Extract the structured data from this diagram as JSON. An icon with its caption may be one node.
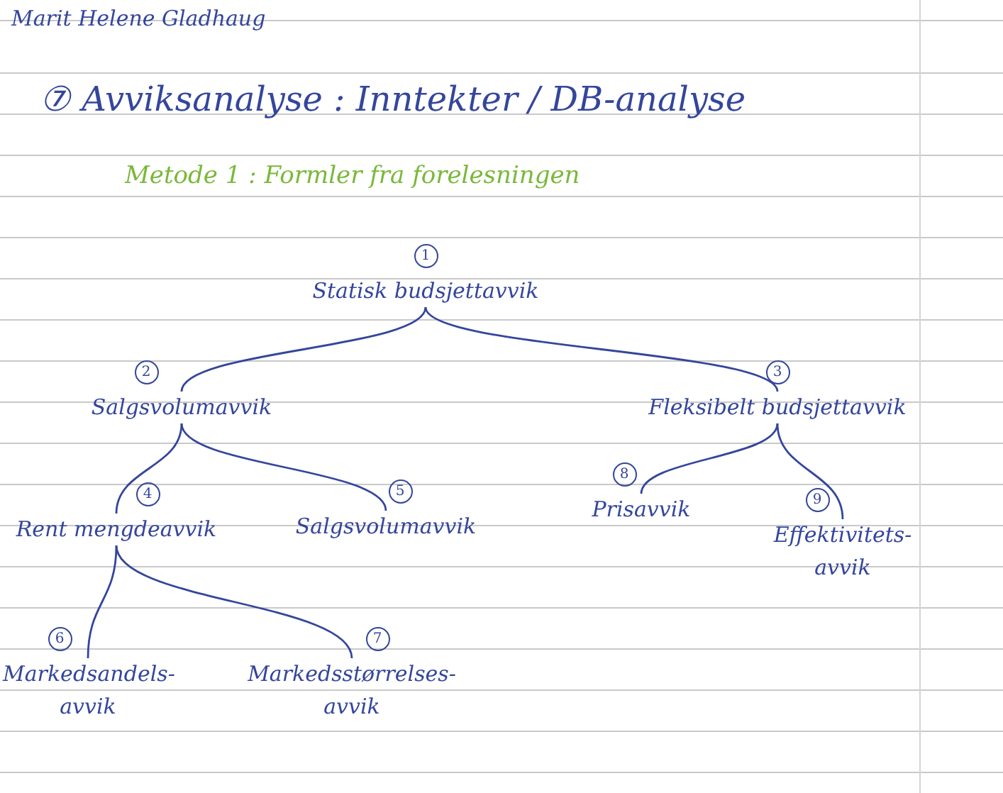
{
  "diagram": {
    "title": "⑦ Avviksanalyse : Inntekter / DB-analyse",
    "nodes": [
      {
        "text": [
          "Statisk budsjettavvik"
        ],
        "beside": [
          "1"
        ]
      },
      {
        "text": [
          "Salgsvolumavvik"
        ],
        "beside": [
          "2"
        ]
      },
      {
        "text": [
          "Fleksibelt budsjettavvik"
        ],
        "beside": [
          "3"
        ]
      },
      {
        "text": [
          "Rent mengdeavvik"
        ],
        "beside": [
          "4"
        ]
      },
      {
        "text": [
          "Salgsvolumavvik"
        ],
        "beside": [
          "5"
        ]
      },
      {
        "text": [
          "Prisavvik"
        ],
        "beside": [
          "8"
        ]
      },
      {
        "text": [
          "Effektivitets- avvik"
        ],
        "beside": [
          "9"
        ]
      },
      {
        "text": [
          "Markedsandels- avvik"
        ],
        "beside": [
          "6"
        ]
      },
      {
        "text": [
          "Markedsstørrelses- avvik"
        ],
        "beside": [
          "7"
        ]
      }
    ],
    "edges": [
      {
        "from": 0,
        "to": 1,
        "arrow": "none"
      },
      {
        "from": 0,
        "to": 2,
        "arrow": "none"
      },
      {
        "from": 1,
        "to": 3,
        "arrow": "none"
      },
      {
        "from": 1,
        "to": 4,
        "arrow": "none"
      },
      {
        "from": 2,
        "to": 5,
        "arrow": "none"
      },
      {
        "from": 2,
        "to": 6,
        "arrow": "none"
      },
      {
        "from": 3,
        "to": 7,
        "arrow": "none"
      },
      {
        "from": 3,
        "to": 8,
        "arrow": "none"
      }
    ],
    "labels": [
      "Marit Helene Gladhaug",
      "Metode 1 : Formler fra forelesningen"
    ]
  }
}
